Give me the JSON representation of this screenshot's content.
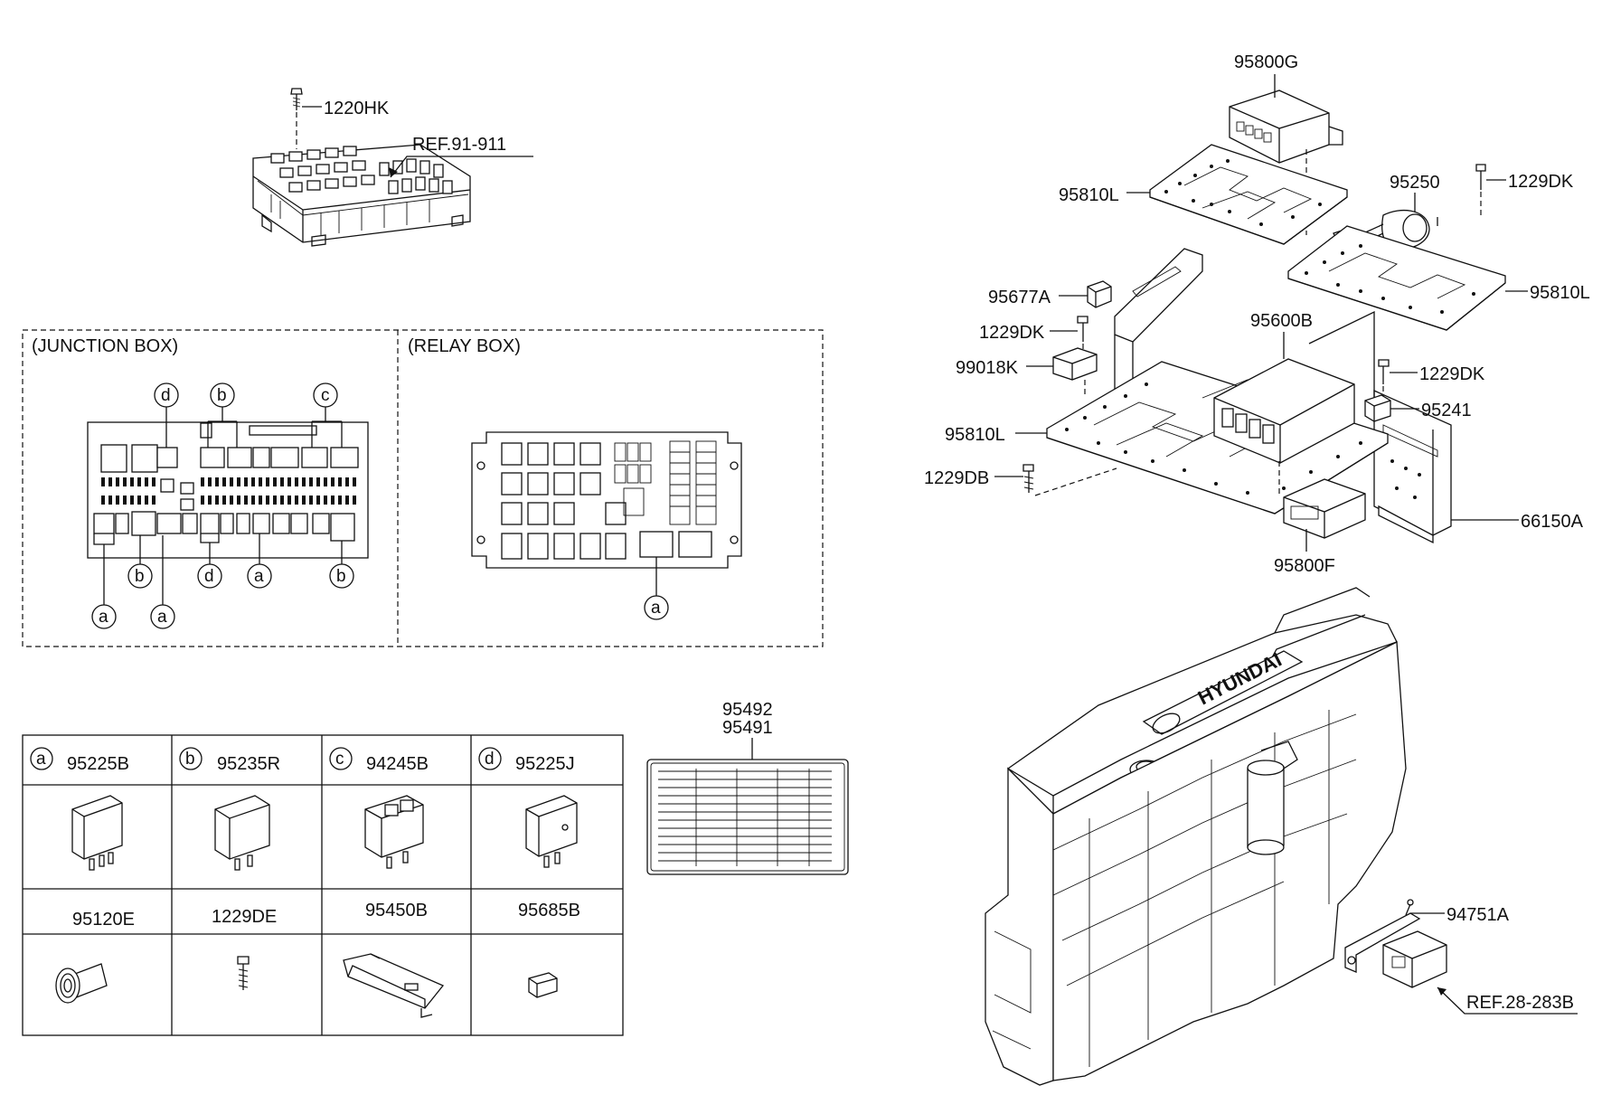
{
  "part_labels": [
    {
      "id": "p1220hk",
      "text": "1220HK"
    },
    {
      "id": "pref91",
      "text": "REF.91-911"
    },
    {
      "id": "p95800g",
      "text": "95800G"
    },
    {
      "id": "p95810l_a",
      "text": "95810L"
    },
    {
      "id": "p95250",
      "text": "95250"
    },
    {
      "id": "p1229dk_a",
      "text": "1229DK"
    },
    {
      "id": "p95810l_b",
      "text": "95810L"
    },
    {
      "id": "p95677a",
      "text": "95677A"
    },
    {
      "id": "p1229dk_b",
      "text": "1229DK"
    },
    {
      "id": "p95600b",
      "text": "95600B"
    },
    {
      "id": "p99018k",
      "text": "99018K"
    },
    {
      "id": "p1229dk_c",
      "text": "1229DK"
    },
    {
      "id": "p95241",
      "text": "95241"
    },
    {
      "id": "p95810l_c",
      "text": "95810L"
    },
    {
      "id": "p1229db",
      "text": "1229DB"
    },
    {
      "id": "p66150a",
      "text": "66150A"
    },
    {
      "id": "p95800f",
      "text": "95800F"
    },
    {
      "id": "p95492",
      "text": "95492"
    },
    {
      "id": "p95491",
      "text": "95491"
    },
    {
      "id": "p94751a",
      "text": "94751A"
    },
    {
      "id": "pref28",
      "text": "REF.28-283B"
    }
  ],
  "sections": {
    "junction_box": "(JUNCTION BOX)",
    "relay_box": "(RELAY BOX)"
  },
  "callout_letters": [
    "a",
    "b",
    "c",
    "d"
  ],
  "parts_table": {
    "header": [
      {
        "letter": "a",
        "part": "95225B"
      },
      {
        "letter": "b",
        "part": "95235R"
      },
      {
        "letter": "c",
        "part": "94245B"
      },
      {
        "letter": "d",
        "part": "95225J"
      }
    ],
    "row2": [
      "95120E",
      "1229DE",
      "95450B",
      "95685B"
    ]
  },
  "engine_brand": "HYUNDAI"
}
